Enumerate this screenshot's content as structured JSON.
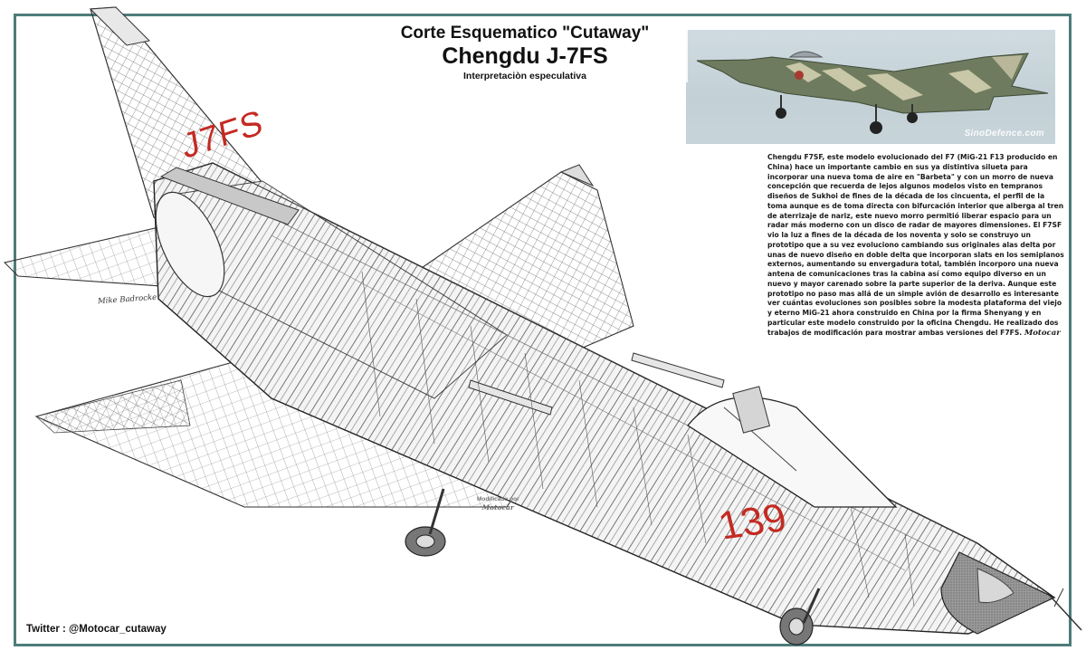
{
  "title": {
    "line1": "Corte Esquematico \"Cutaway\"",
    "line2": "Chengdu J-7FS",
    "line3": "Interpretaciòn especulativa"
  },
  "photo": {
    "subject": "Chengdu J-7FS in flight, camouflage livery",
    "credit": "SinoDefence.com"
  },
  "description": {
    "text": "Chengdu F7SF, este modelo evolucionado del F7 (MiG-21 F13 producido en China) hace un importante cambio en sus ya distintiva silueta para incorporar una nueva toma de aire en \"Barbeta\" y con un morro de nueva concepción que recuerda de lejos algunos modelos visto en tempranos diseños de Sukhoi de fines de la década de los cincuenta, el perfil de la toma aunque es de toma directa con bifurcación interior que alberga al tren de aterrizaje de nariz, este nuevo morro permitió liberar espacio para un radar más moderno con un disco de radar de mayores dimensiones. El F7SF vio la luz a fines de la década de los noventa y solo se construyo un prototipo que a su vez evoluciono cambiando sus originales alas delta por unas de nuevo diseño en doble delta que incorporan slats en los semiplanos externos, aumentando su envergadura total, también incorporo una nueva antena de comunicaciones tras la cabina así como equipo diverso en un nuevo y mayor carenado sobre la parte superior de la deriva. Aunque este prototipo no paso mas allá de un simple avión de desarrollo es interesante ver cuántas evoluciones son posibles sobre la modesta plataforma del viejo y eterno MiG-21 ahora construido en China por la firma Shenyang y en particular este modelo construido por la oficina Chengdu. He realizado dos trabajos de modificación para mostrar ambas versiones del F7FS.",
    "signature": "Motocar"
  },
  "drawing": {
    "tail_marking": "J7FS",
    "nose_number": "139",
    "artist_signature": "Mike Badrocke",
    "modified_by_label": "Modificado por",
    "modified_by_name": "Motocar"
  },
  "footer": {
    "twitter": "Twitter :  @Motocar_cutaway"
  },
  "colors": {
    "frame": "#4d7c7a",
    "marking_red": "#c42a22",
    "photo_sky": "#c9d6dc"
  }
}
